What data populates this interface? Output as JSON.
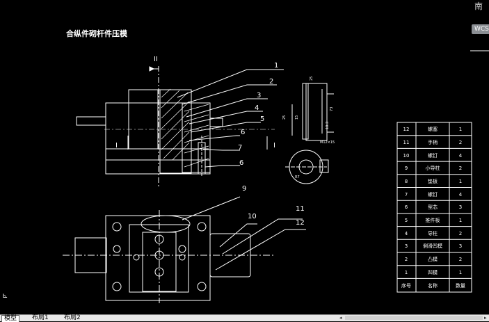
{
  "drawing": {
    "title": "合纵件砌杆件压模",
    "section_mark": "II",
    "section_i": "I",
    "callouts": [
      "1",
      "2",
      "3",
      "4",
      "5",
      "6",
      "7",
      "6",
      "9",
      "10",
      "11",
      "12"
    ],
    "dims": {
      "d1": "25",
      "d2": "15",
      "d3": "73",
      "d4": "25",
      "d5": "10.3",
      "d6": "M12×15",
      "d7": "R7"
    }
  },
  "bom": {
    "rows": [
      {
        "no": "12",
        "name": "螺塞",
        "qty": "1"
      },
      {
        "no": "11",
        "name": "手柄",
        "qty": "2"
      },
      {
        "no": "10",
        "name": "螺钉",
        "qty": "4"
      },
      {
        "no": "9",
        "name": "小导柱",
        "qty": "2"
      },
      {
        "no": "8",
        "name": "垫板",
        "qty": "1"
      },
      {
        "no": "7",
        "name": "螺钉",
        "qty": "4"
      },
      {
        "no": "6",
        "name": "型芯",
        "qty": "3"
      },
      {
        "no": "5",
        "name": "推件板",
        "qty": "1"
      },
      {
        "no": "4",
        "name": "导柱",
        "qty": "2"
      },
      {
        "no": "3",
        "name": "側滑凹模",
        "qty": "3"
      },
      {
        "no": "2",
        "name": "凸模",
        "qty": "2"
      },
      {
        "no": "1",
        "name": "凹模",
        "qty": "1"
      }
    ],
    "header": {
      "no": "序号",
      "name": "名称",
      "qty": "数量"
    }
  },
  "viewport": {
    "wcs_label": "WCS",
    "compass_label": "南"
  },
  "tabs": [
    {
      "label": "模型",
      "active": true
    },
    {
      "label": "布局1",
      "active": false
    },
    {
      "label": "布局2",
      "active": false
    }
  ]
}
